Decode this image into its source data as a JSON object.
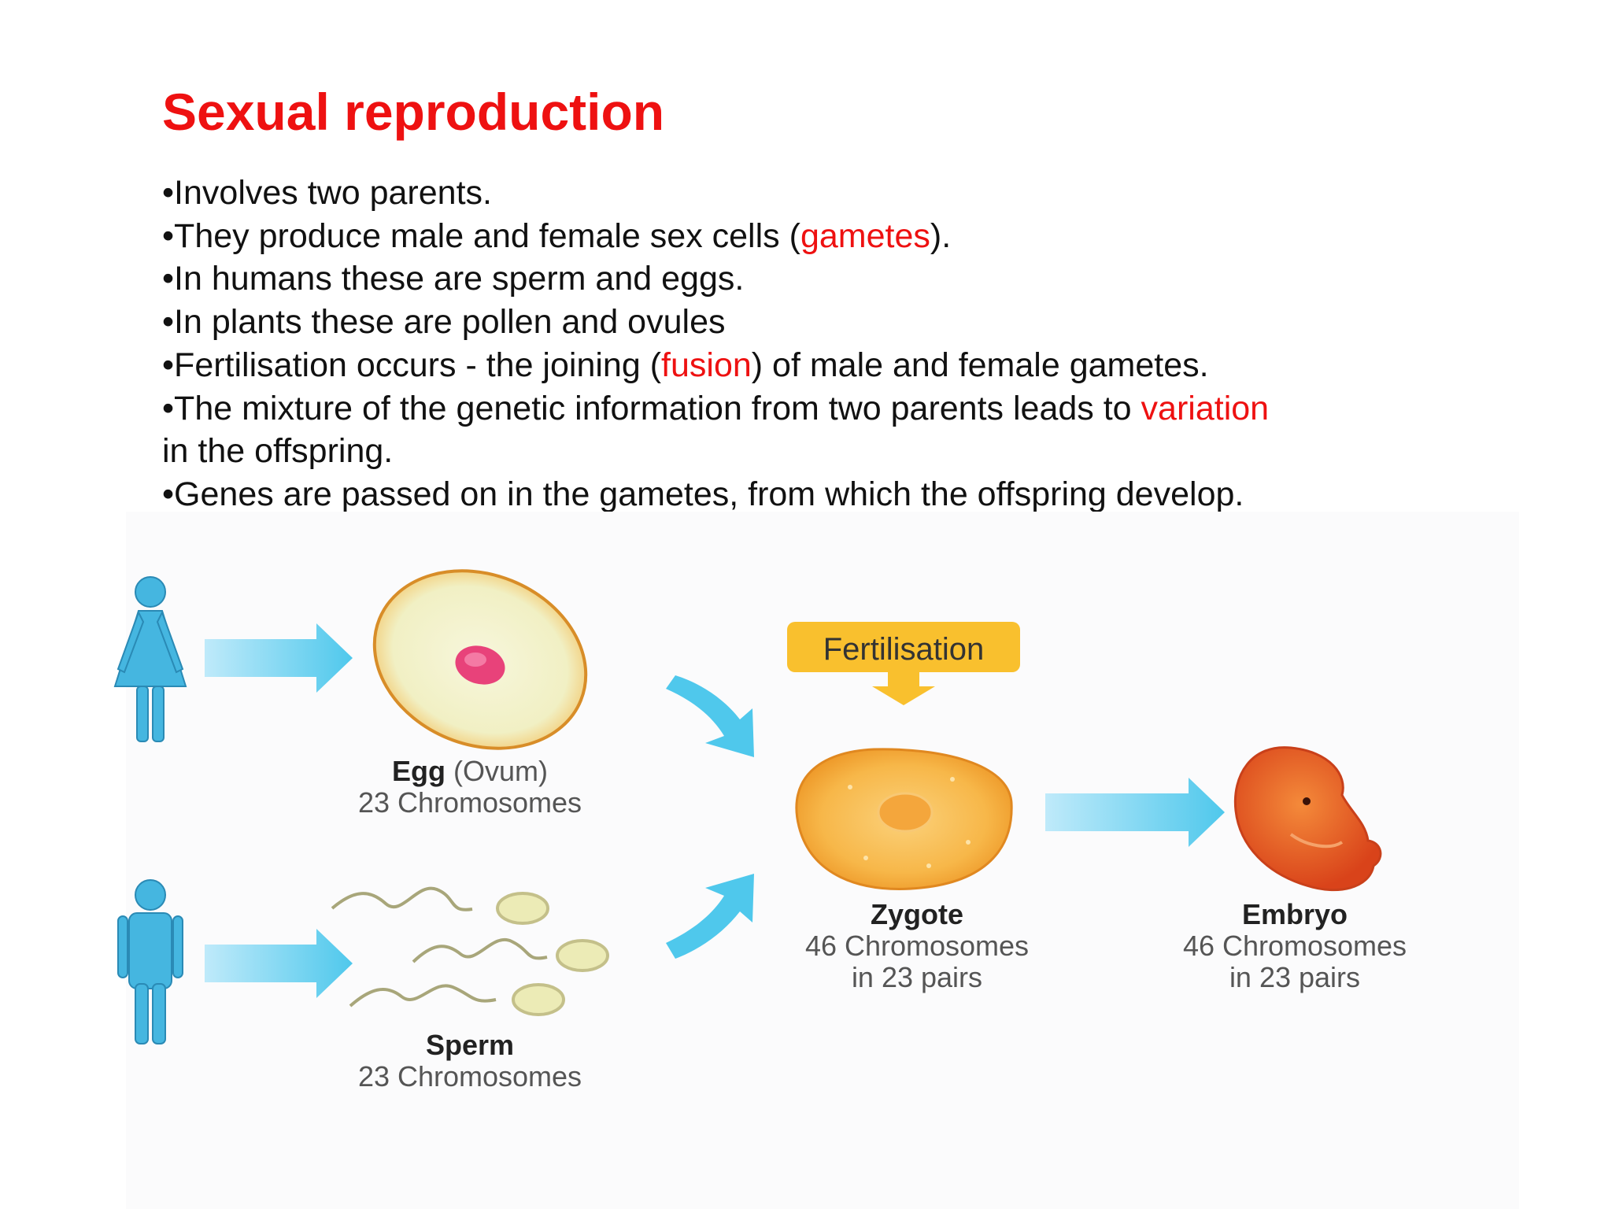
{
  "slide": {
    "title": "Sexual reproduction",
    "bullets": [
      {
        "pre": "•Involves two parents."
      },
      {
        "pre": "•They produce male and female sex cells (",
        "highlight": "gametes",
        "post": ")."
      },
      {
        "pre": "•In humans these are sperm and eggs."
      },
      {
        "pre": "•In plants these are pollen and ovules"
      },
      {
        "pre": "•Fertilisation occurs - the joining (",
        "highlight": "fusion",
        "post": ") of male and female gametes."
      },
      {
        "pre": "•The mixture of the genetic information from two parents leads to ",
        "highlight": "variation"
      },
      {
        "pre": "in the offspring."
      },
      {
        "pre": "•Genes are passed on in the gametes, from which the offspring develop."
      }
    ],
    "highlight_color": "#ee1111"
  },
  "diagram": {
    "egg": {
      "name": "Egg",
      "note": "(Ovum)",
      "count": "23 Chromosomes"
    },
    "sperm": {
      "name": "Sperm",
      "count": "23 Chromosomes"
    },
    "fertilisation": "Fertilisation",
    "zygote": {
      "name": "Zygote",
      "count": "46 Chromosomes",
      "pairs": "in 23 pairs"
    },
    "embryo": {
      "name": "Embryo",
      "count": "46 Chromosomes",
      "pairs": "in 23 pairs"
    },
    "colors": {
      "arrow": "#4fc8ec",
      "figure": "#45b6e0",
      "egg_fill": "#f4f3cf",
      "egg_outline": "#e8a23a",
      "nucleus": "#e8427a",
      "zygote": "#f6b24a",
      "embryo": "#e8541e",
      "callout": "#f9c02e"
    },
    "icons": [
      "female-figure-icon",
      "male-figure-icon"
    ]
  }
}
